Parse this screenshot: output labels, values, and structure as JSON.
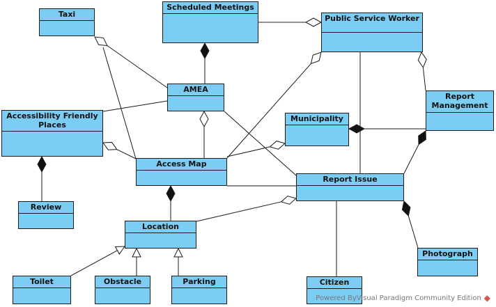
{
  "classes": {
    "taxi": "Taxi",
    "scheduled_meetings": "Scheduled Meetings",
    "public_service_worker": "Public Service Worker",
    "amea": "AMEA",
    "report_management": "Report Management",
    "accessibility_friendly_places": "Accessibility Friendly Places",
    "municipality": "Municipality",
    "access_map": "Access Map",
    "report_issue": "Report Issue",
    "review": "Review",
    "location": "Location",
    "photograph": "Photograph",
    "toilet": "Toilet",
    "obstacle": "Obstacle",
    "parking": "Parking",
    "citizen": "Citizen"
  },
  "relations": [
    {
      "from": "amea",
      "to": "scheduled_meetings",
      "kind": "composition"
    },
    {
      "from": "scheduled_meetings",
      "to": "public_service_worker",
      "kind": "aggregation"
    },
    {
      "from": "amea",
      "to": "taxi",
      "kind": "aggregation"
    },
    {
      "from": "amea",
      "to": "accessibility_friendly_places",
      "kind": "association"
    },
    {
      "from": "access_map",
      "to": "amea",
      "kind": "aggregation"
    },
    {
      "from": "access_map",
      "to": "accessibility_friendly_places",
      "kind": "aggregation"
    },
    {
      "from": "access_map",
      "to": "municipality",
      "kind": "aggregation"
    },
    {
      "from": "access_map",
      "to": "public_service_worker",
      "kind": "aggregation"
    },
    {
      "from": "access_map",
      "to": "report_issue",
      "kind": "association"
    },
    {
      "from": "location",
      "to": "access_map",
      "kind": "composition"
    },
    {
      "from": "location",
      "to": "report_issue",
      "kind": "aggregation"
    },
    {
      "from": "review",
      "to": "accessibility_friendly_places",
      "kind": "composition"
    },
    {
      "from": "report_management",
      "to": "public_service_worker",
      "kind": "aggregation"
    },
    {
      "from": "report_management",
      "to": "municipality",
      "kind": "composition"
    },
    {
      "from": "report_issue",
      "to": "report_management",
      "kind": "composition"
    },
    {
      "from": "photograph",
      "to": "report_issue",
      "kind": "composition"
    },
    {
      "from": "report_issue",
      "to": "amea",
      "kind": "association"
    },
    {
      "from": "report_issue",
      "to": "public_service_worker",
      "kind": "association"
    },
    {
      "from": "citizen",
      "to": "report_issue",
      "kind": "association"
    },
    {
      "from": "taxi",
      "to": "access_map",
      "kind": "association"
    },
    {
      "from": "toilet",
      "to": "location",
      "kind": "generalization"
    },
    {
      "from": "obstacle",
      "to": "location",
      "kind": "generalization"
    },
    {
      "from": "parking",
      "to": "location",
      "kind": "generalization"
    }
  ],
  "watermark": {
    "text": "Powered ByVisual Paradigm Community Edition",
    "icon": "visual-paradigm-logo-icon"
  },
  "colors": {
    "class_fill": "#7ccdf4",
    "class_border": "#1a1a1a",
    "line": "#1a1a1a"
  }
}
